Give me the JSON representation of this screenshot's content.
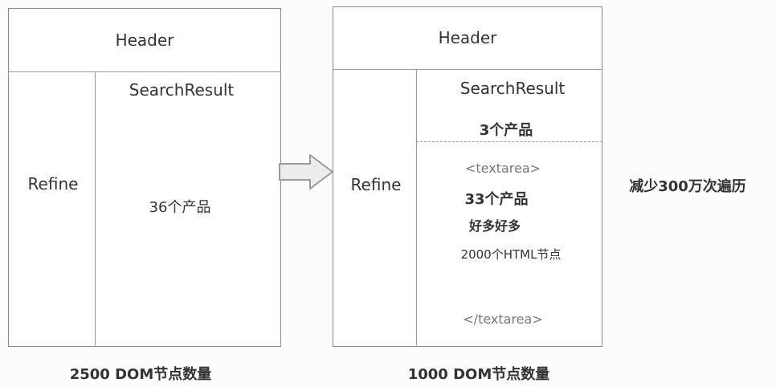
{
  "left": {
    "header": "Header",
    "search_result": "SearchResult",
    "refine": "Refine",
    "products": "36个产品",
    "caption": "2500 DOM节点数量"
  },
  "right": {
    "header": "Header",
    "search_result": "SearchResult",
    "top_products": "3个产品",
    "refine": "Refine",
    "textarea_open": "<textarea>",
    "more_products": "33个产品",
    "many": "好多好多",
    "html_nodes": "2000个HTML节点",
    "textarea_close": "</textarea>",
    "caption": "1000 DOM节点数量"
  },
  "reduction_note": "减少300万次遍历"
}
